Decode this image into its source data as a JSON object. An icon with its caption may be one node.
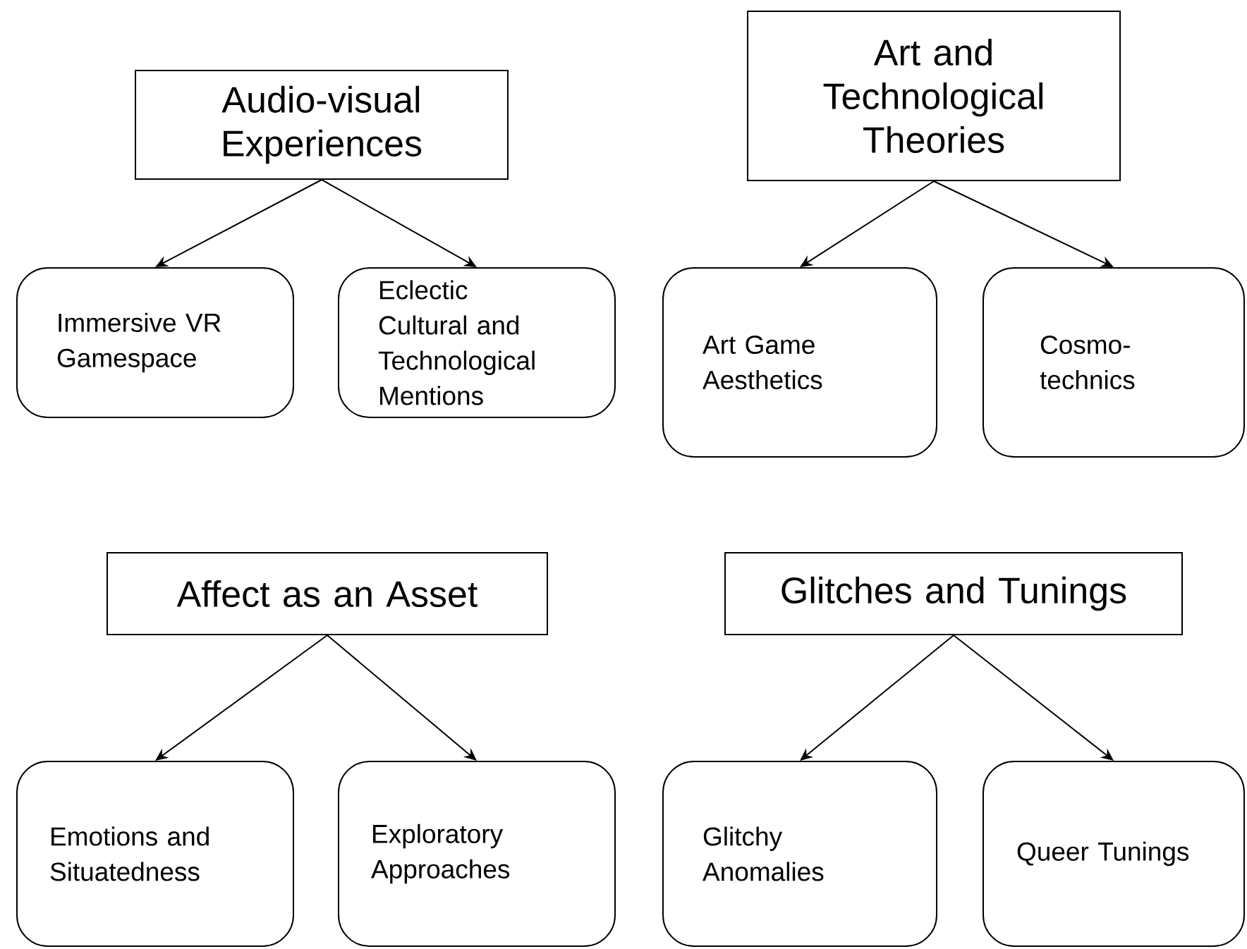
{
  "diagram": {
    "nodes": [
      {
        "text": [
          "Audio-visual Experiences"
        ]
      },
      {
        "text": [
          "Immersive VR Gamespace"
        ]
      },
      {
        "text": [
          "Eclectic Cultural and Technological Mentions"
        ]
      },
      {
        "text": [
          "Art and Technological Theories"
        ]
      },
      {
        "text": [
          "Art Game Aesthetics"
        ]
      },
      {
        "text": [
          "Cosmo-technics"
        ]
      },
      {
        "text": [
          "Affect as an Asset"
        ]
      },
      {
        "text": [
          "Emotions and Situatedness"
        ]
      },
      {
        "text": [
          "Exploratory Approaches"
        ]
      },
      {
        "text": [
          "Glitches and Tunings"
        ]
      },
      {
        "text": [
          "Glitchy Anomalies"
        ]
      },
      {
        "text": [
          "Queer Tunings"
        ]
      }
    ],
    "edges": [
      {
        "from": 0,
        "to": 1,
        "arrow": "to"
      },
      {
        "from": 0,
        "to": 2,
        "arrow": "to"
      },
      {
        "from": 3,
        "to": 4,
        "arrow": "to"
      },
      {
        "from": 3,
        "to": 5,
        "arrow": "to"
      },
      {
        "from": 6,
        "to": 7,
        "arrow": "to"
      },
      {
        "from": 6,
        "to": 8,
        "arrow": "to"
      },
      {
        "from": 9,
        "to": 10,
        "arrow": "to"
      },
      {
        "from": 9,
        "to": 11,
        "arrow": "to"
      }
    ]
  }
}
